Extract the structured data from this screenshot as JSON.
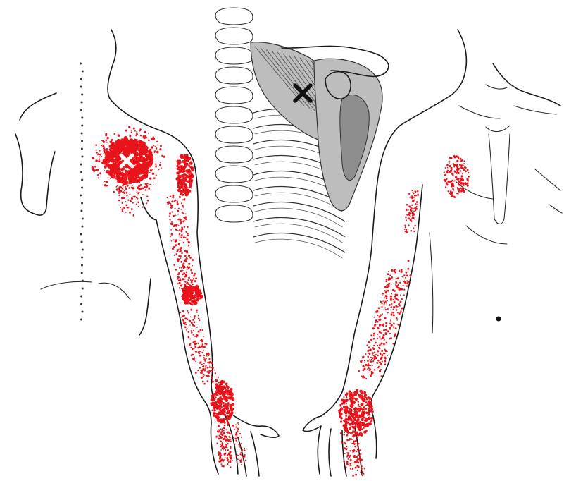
{
  "colors": {
    "referral": "#e8141c",
    "outline": "#1a1a1a",
    "muscle": "#bdbdbd",
    "background": "#ffffff"
  },
  "markers": [
    {
      "name": "trigger-point-primary",
      "symbol": "cross",
      "color": "#ffffff"
    },
    {
      "name": "trigger-point-muscle",
      "symbol": "cross",
      "color": "#111111"
    }
  ],
  "icons": [
    "trigger-point-cross-icon",
    "navel-dot-icon"
  ]
}
